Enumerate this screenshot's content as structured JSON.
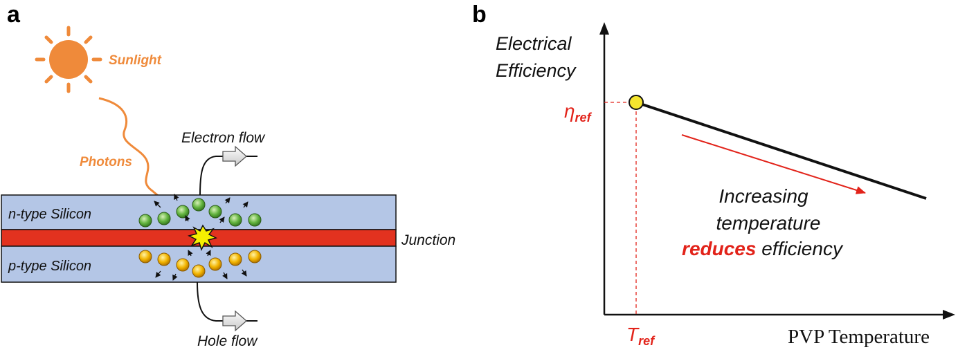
{
  "panel_a": {
    "label": "a",
    "sunlight": "Sunlight",
    "photons": "Photons",
    "electron_flow": "Electron flow",
    "hole_flow": "Hole flow",
    "n_type": "n-type Silicon",
    "p_type": "p-type Silicon",
    "junction": "Junction",
    "colors": {
      "sun": "#ef8a3a",
      "silicon": "#b4c6e6",
      "junction": "#e2321f",
      "electron": "#62b33e",
      "hole": "#f2b400",
      "spark": "#f5f000"
    }
  },
  "panel_b": {
    "label": "b",
    "y_title_line1": "Electrical",
    "y_title_line2": "Efficiency",
    "x_title": "PVP Temperature",
    "eta_ref_symbol": "η",
    "eta_ref_sub": "ref",
    "t_ref_symbol": "T",
    "t_ref_sub": "ref",
    "annotation_line1": "Increasing",
    "annotation_line2": "temperature",
    "annotation_red_word": "reduces",
    "annotation_rest": " efficiency",
    "colors": {
      "line": "#111111",
      "reference": "#e2231a",
      "marker": "#f5e52e"
    }
  }
}
